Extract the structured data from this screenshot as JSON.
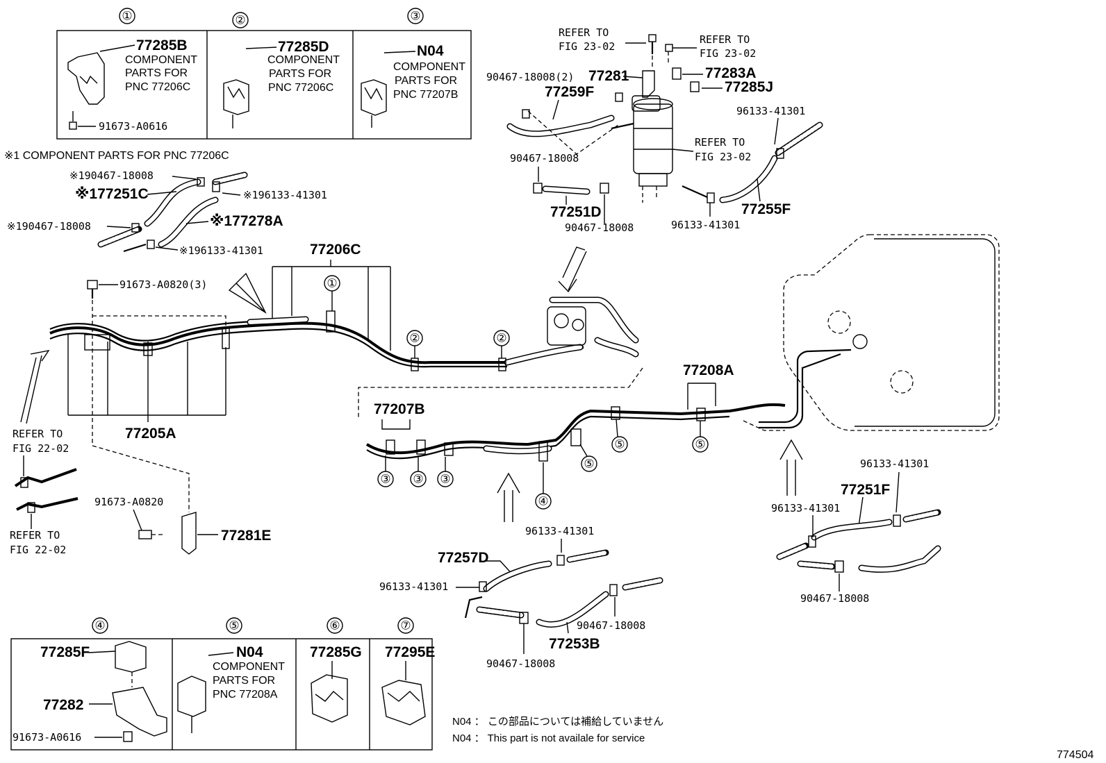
{
  "footnote_group": "※1 COMPONENT PARTS FOR PNC 77206C",
  "legend_box_top": [
    {
      "circle": "1",
      "part": "77285B",
      "desc": [
        "COMPONENT",
        "PARTS FOR",
        "PNC 77206C"
      ],
      "bolt": "91673-A0616"
    },
    {
      "circle": "2",
      "part": "77285D",
      "desc": [
        "COMPONENT",
        "PARTS FOR",
        "PNC 77206C"
      ]
    },
    {
      "circle": "3",
      "part": "N04",
      "desc": [
        "COMPONENT",
        "PARTS FOR",
        "PNC 77207B"
      ]
    }
  ],
  "legend_box_bottom": [
    {
      "circle": "4",
      "parts": [
        "77285F",
        "77282",
        "91673-A0616"
      ]
    },
    {
      "circle": "5",
      "part": "N04",
      "desc": [
        "COMPONENT",
        "PARTS FOR",
        "PNC 77208A"
      ]
    },
    {
      "circle": "6",
      "part": "77285G"
    },
    {
      "circle": "7",
      "part": "77295E"
    }
  ],
  "marked_group": {
    "p1": "※190467-18008",
    "p2": "※177251C",
    "p3": "※196133-41301",
    "p4": "※190467-18008",
    "p5": "※177278A",
    "p6": "※196133-41301"
  },
  "canister_group": {
    "refer1_l1": "REFER TO",
    "refer1_l2": "FIG 23-02",
    "refer2_l1": "REFER TO",
    "refer2_l2": "FIG 23-02",
    "refer3_l1": "REFER TO",
    "refer3_l2": "FIG 23-02",
    "p_clamp2": "90467-18008(2)",
    "p_bracket": "77281",
    "p_hose": "77259F",
    "p_283a": "77283A",
    "p_285j": "77285J",
    "p_clamp": "90467-18008",
    "p_hose2": "77251D",
    "p_clamp3": "90467-18008",
    "p_96133a": "96133-41301",
    "p_255f": "77255F",
    "p_96133b": "96133-41301"
  },
  "main_assembly": {
    "p_206c": "77206C",
    "p_205a": "77205A",
    "p_bolt": "91673-A0820(3)",
    "p_207b": "77207B",
    "p_208a": "77208A",
    "refer_a_l1": "REFER TO",
    "refer_a_l2": "FIG 22-02",
    "refer_b_l1": "REFER TO",
    "refer_b_l2": "FIG 22-02",
    "p_bolt2": "91673-A0820",
    "p_281e": "77281E"
  },
  "lower_group": {
    "p_96133c": "96133-41301",
    "p_257d": "77257D",
    "p_96133d": "96133-41301",
    "p_253b": "77253B",
    "p_clamp4": "90467-18008",
    "p_clamp5": "90467-18008"
  },
  "right_group": {
    "p_96133e": "96133-41301",
    "p_251f": "77251F",
    "p_96133f": "96133-41301",
    "p_clamp6": "90467-18008"
  },
  "notes": {
    "n1": "N04 ： この部品については補給していません",
    "n2": "N04 ：  This part is not availale for service"
  },
  "figure_id": "774504"
}
